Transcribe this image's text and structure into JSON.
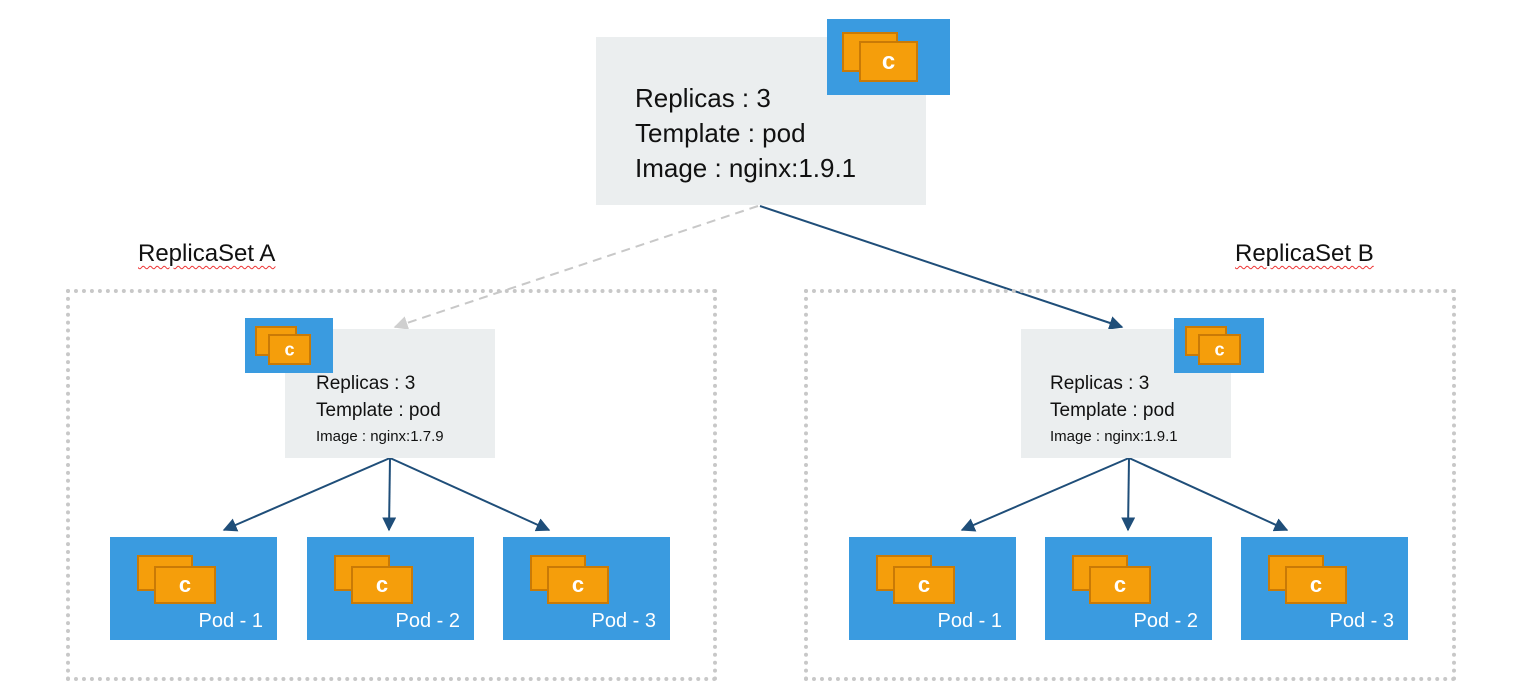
{
  "deployment": {
    "replicas": "Replicas : 3",
    "template": "Template : pod",
    "image": "Image : nginx:1.9.1",
    "icon": "container-stack-icon",
    "icon_letter": "c"
  },
  "replicaset_a": {
    "label": "ReplicaSet A",
    "replicas": "Replicas : 3",
    "template": "Template : pod",
    "image": "Image : nginx:1.7.9",
    "icon_letter": "c",
    "pods": [
      {
        "label": "Pod - 1",
        "icon_letter": "c"
      },
      {
        "label": "Pod - 2",
        "icon_letter": "c"
      },
      {
        "label": "Pod - 3",
        "icon_letter": "c"
      }
    ]
  },
  "replicaset_b": {
    "label": "ReplicaSet B",
    "replicas": "Replicas : 3",
    "template": "Template : pod",
    "image": "Image : nginx:1.9.1",
    "icon_letter": "c",
    "pods": [
      {
        "label": "Pod - 1",
        "icon_letter": "c"
      },
      {
        "label": "Pod - 2",
        "icon_letter": "c"
      },
      {
        "label": "Pod - 3",
        "icon_letter": "c"
      }
    ]
  },
  "colors": {
    "box_blue": "#3a9be0",
    "icon_orange": "#f59e0b",
    "spec_gray": "#ebeeef",
    "arrow_navy": "#1f4e79",
    "dashed_gray": "#c8c8c8"
  }
}
